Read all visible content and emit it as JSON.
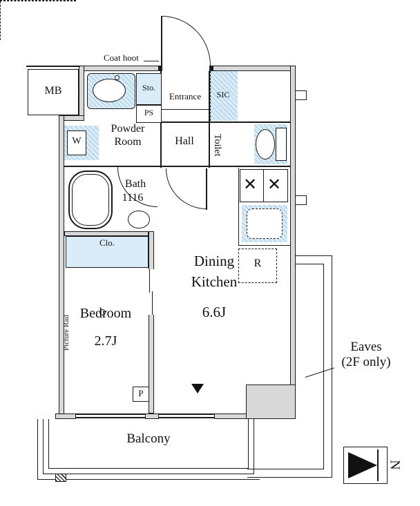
{
  "plan": {
    "mb": "MB",
    "coat_hook": "Coat hoot",
    "sto": "Sto.",
    "ps": "PS",
    "entrance": "Entrance",
    "sic": "SIC",
    "powder_room": [
      "Powder",
      "Room"
    ],
    "hall": "Hall",
    "toilet": "Toilet",
    "washer": "W",
    "bath": [
      "Bath",
      "1116"
    ],
    "closet": "Clo.",
    "picture_rail": "Picture Rail",
    "bedroom": "Bedroom",
    "bedroom_size": "2.7J",
    "dining": "Dining",
    "kitchen": "Kitchen",
    "dk_size": "6.6J",
    "refrigerator": "R",
    "pipe": "P",
    "balcony": "Balcony",
    "eaves": "Eaves",
    "eaves_note": "(2F only)",
    "compass_north": "N"
  },
  "icons": {
    "burner": "✕"
  },
  "colors": {
    "wall_fill": "#d8d8d8",
    "water_blue": "#d9ecf7",
    "line": "#1a1a1a",
    "background": "#ffffff"
  }
}
